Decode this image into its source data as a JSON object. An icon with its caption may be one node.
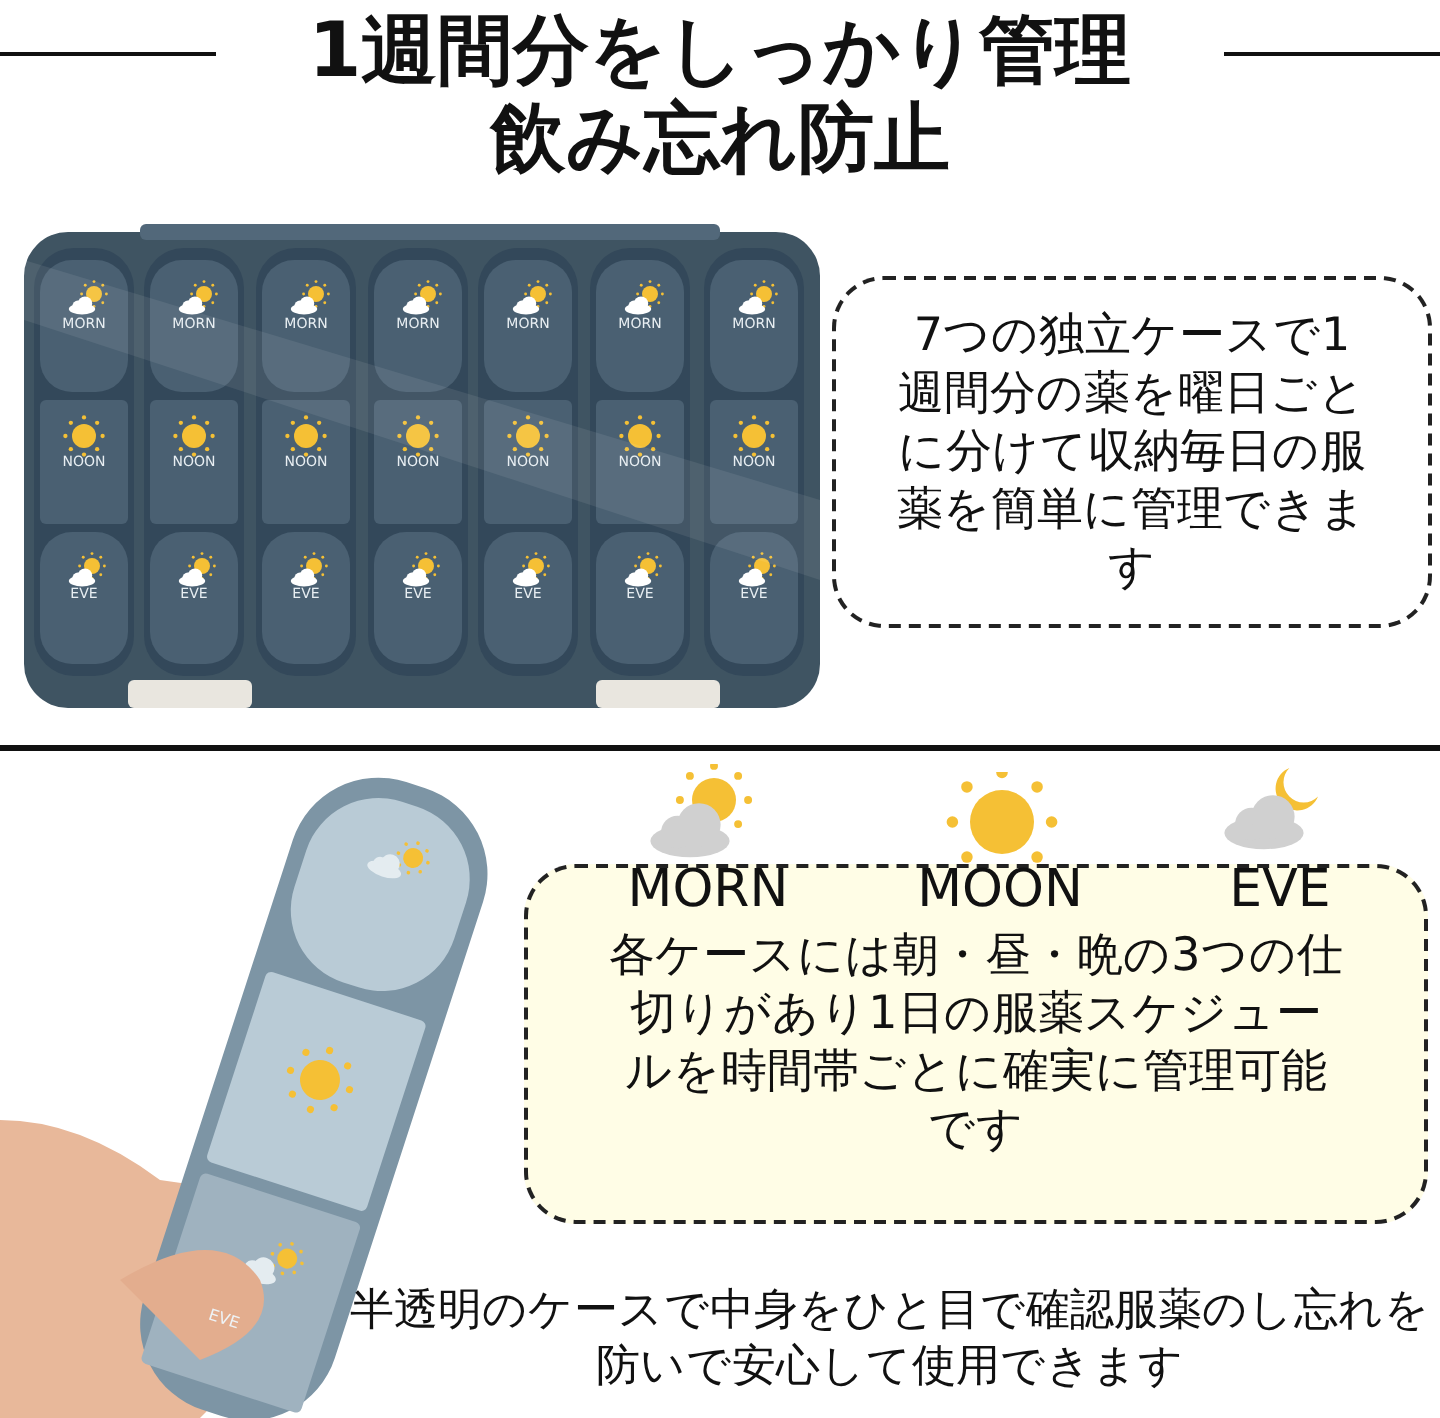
{
  "diagram": {
    "title": "1週間分をしっかり管理",
    "nodes": [
      {
        "text": [
          "7つの独立ケースで1週間分の薬を曜日ごとに分けて収納毎日の服薬を簡単に管理できます"
        ]
      },
      {
        "text": [
          "各ケースには朝・昼・晩の3つの仕切りがあり1日の服薬スケジュールを時間帯ごとに確実に管理可能です"
        ]
      }
    ],
    "edges": [],
    "labels": [
      "飲み忘れ防止",
      "MORN",
      "MORN",
      "MORN",
      "MORN",
      "MORN",
      "MORN",
      "MORN",
      "NOON",
      "NOON",
      "NOON",
      "NOON",
      "NOON",
      "NOON",
      "NOON",
      "EVE",
      "EVE",
      "EVE",
      "EVE",
      "EVE",
      "EVE",
      "EVE",
      "EVE",
      "MORN",
      "MOON",
      "EVE",
      "半透明のケースで中身をひと目で確認服薬のし忘れを防いで安心して使用できます"
    ]
  }
}
